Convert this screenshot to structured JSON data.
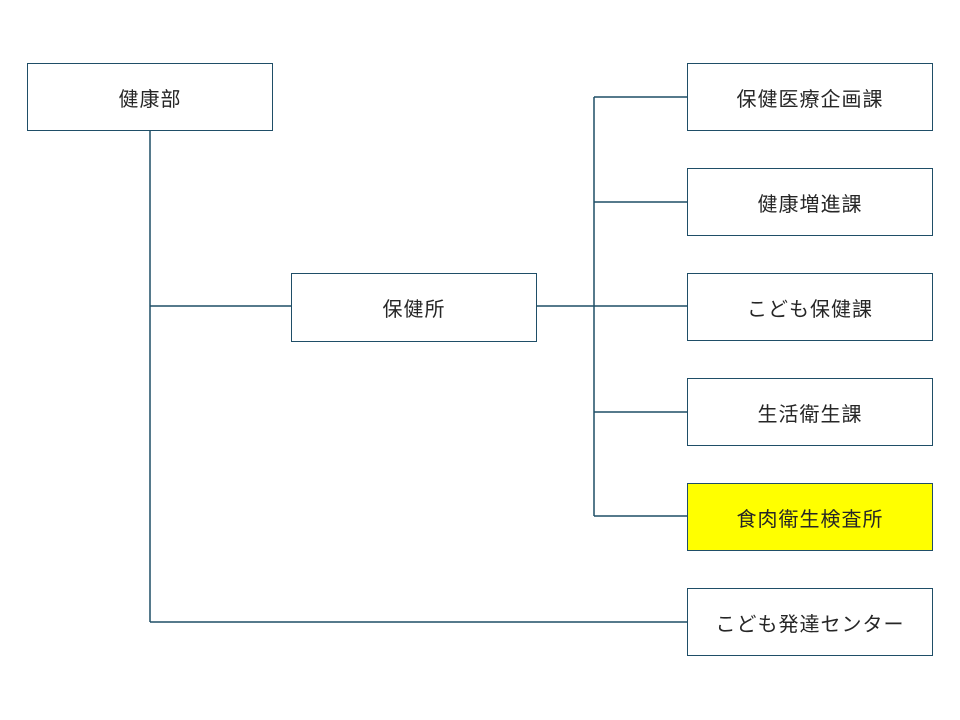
{
  "colors": {
    "line": "#1f4e67",
    "border": "#1f4e67",
    "highlight": "#ffff00",
    "text": "#262626",
    "background": "#ffffff"
  },
  "nodes": {
    "health_department": {
      "label": "健康部"
    },
    "health_center": {
      "label": "保健所"
    },
    "health_medical_planning": {
      "label": "保健医療企画課"
    },
    "health_promotion": {
      "label": "健康増進課"
    },
    "child_health": {
      "label": "こども保健課"
    },
    "living_sanitation": {
      "label": "生活衛生課"
    },
    "meat_inspection": {
      "label": "食肉衛生検査所",
      "highlighted": true
    },
    "child_development": {
      "label": "こども発達センター"
    }
  }
}
